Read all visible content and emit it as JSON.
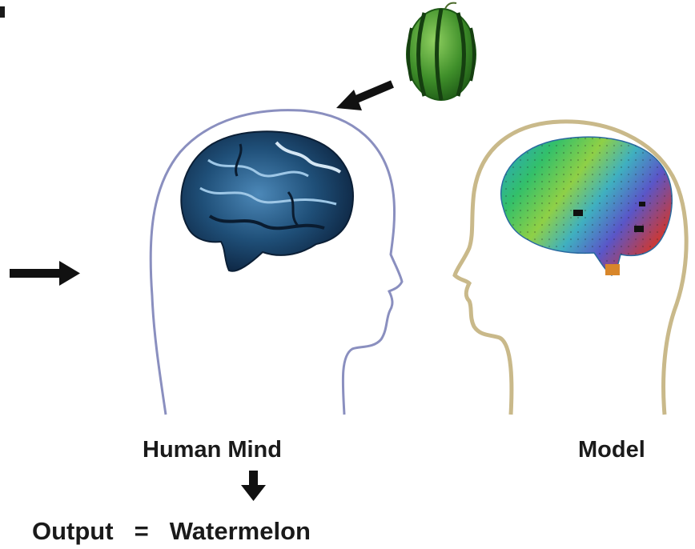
{
  "labels": {
    "human": "Human Mind",
    "model": "Model"
  },
  "output": {
    "label": "Output",
    "equals": "=",
    "value": "Watermelon"
  },
  "icons": {
    "input_object": "watermelon-icon",
    "human_brain": "blue-brain-icon",
    "model_brain": "heatmap-brain-icon",
    "arrows": "arrow-icon"
  },
  "colors": {
    "human_head_outline": "#8a8fbf",
    "model_head_outline": "#c9b98a",
    "brain_blue": "#1f4f78",
    "watermelon_green": "#3f8f2a",
    "text": "#1a1a1a"
  }
}
